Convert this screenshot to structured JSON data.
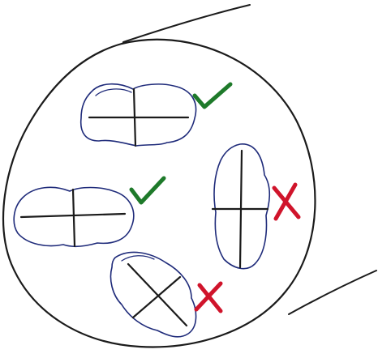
{
  "colors": {
    "paper": "#ffffff",
    "outline": "#1b1b1b",
    "cell_outline": "#1f2b7a",
    "cross": "#1b1b1b",
    "correct_mark": "#1e7a2a",
    "incorrect_mark": "#d0142b"
  },
  "icons": {
    "correct": "green-check-icon",
    "incorrect": "red-x-icon"
  },
  "cells": [
    {
      "id": "top",
      "mark": "correct"
    },
    {
      "id": "left",
      "mark": "correct"
    },
    {
      "id": "right-vertical",
      "mark": "incorrect"
    },
    {
      "id": "bottom-diagonal",
      "mark": "incorrect"
    }
  ]
}
